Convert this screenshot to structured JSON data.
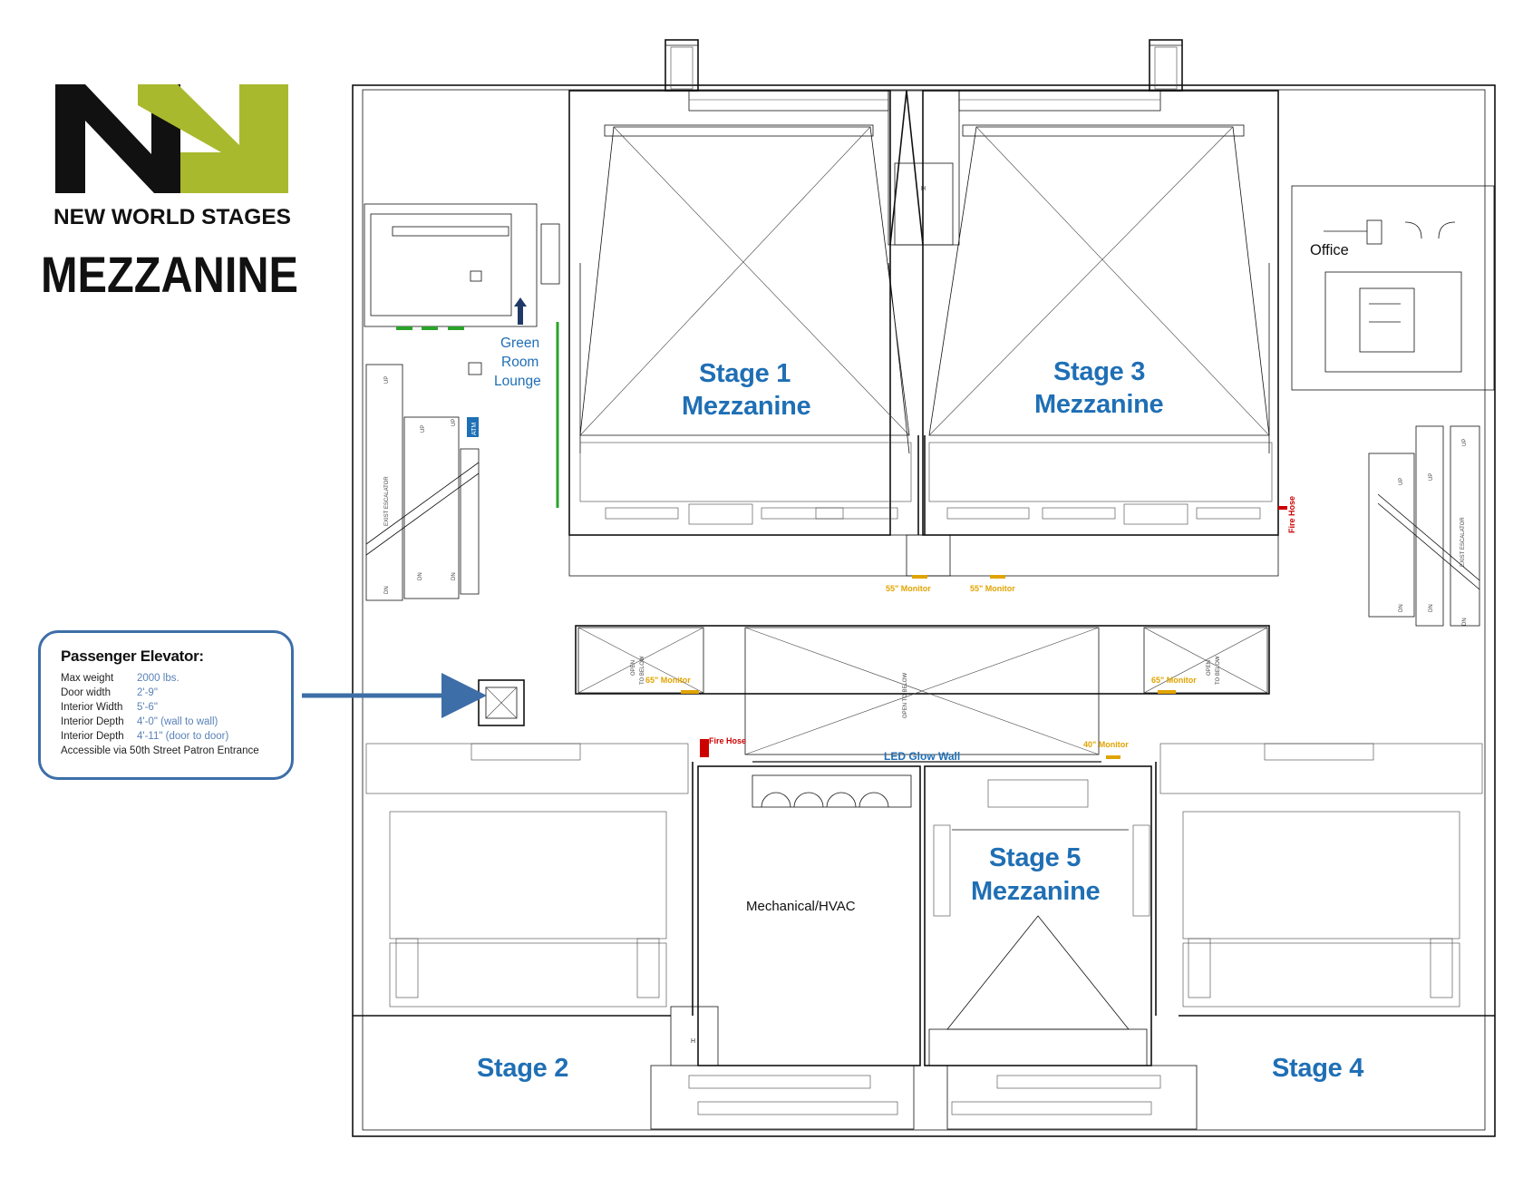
{
  "brand": {
    "name": "NEW WORLD STAGES",
    "colors": {
      "dark": "#111111",
      "green": "#a9b92e",
      "blue": "#1f6fb5",
      "info_border": "#3d6ea8"
    }
  },
  "page_title": "MEZZANINE",
  "rooms": {
    "stage1": {
      "line1": "Stage 1",
      "line2": "Mezzanine"
    },
    "stage3": {
      "line1": "Stage 3",
      "line2": "Mezzanine"
    },
    "stage5": {
      "line1": "Stage 5",
      "line2": "Mezzanine"
    },
    "stage2": "Stage 2",
    "stage4": "Stage 4",
    "green_room": {
      "line1": "Green",
      "line2": "Room",
      "line3": "Lounge"
    },
    "office": "Office",
    "mechanical": "Mechanical/HVAC",
    "led_wall": "LED Glow Wall"
  },
  "annotations": {
    "monitor_55": "55\" Monitor",
    "monitor_65": "65\" Monitor",
    "monitor_40": "40\" Monitor",
    "fire_hose": "Fire Hose",
    "open_to_below": "OPEN TO BELOW",
    "open": "OPEN",
    "to_below": "TO BELOW",
    "up": "UP",
    "dn": "DN",
    "exist_escalator": "EXIST ESCALATOR",
    "atm": "ATM"
  },
  "elevator_info": {
    "title": "Passenger Elevator:",
    "rows": [
      {
        "key": "Max weight",
        "value": "2000 lbs.",
        "note": ""
      },
      {
        "key": "Door width",
        "value": "2'-9\"",
        "note": ""
      },
      {
        "key": "Interior Width",
        "value": "5'-6\"",
        "note": ""
      },
      {
        "key": "Interior Depth",
        "value": "4'-0\"",
        "note": "(wall to wall)"
      },
      {
        "key": "Interior Depth",
        "value": "4'-11\"",
        "note": "(door to door)"
      }
    ],
    "access": "Accessible via 50th Street Patron Entrance"
  }
}
